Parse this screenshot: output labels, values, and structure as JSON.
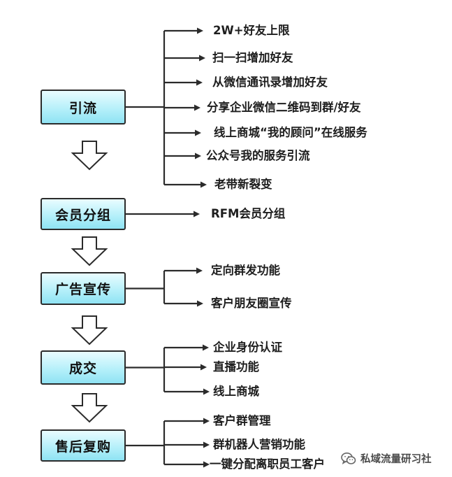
{
  "stages": [
    {
      "label": "引流",
      "items": [
        "2W+好友上限",
        "扫一扫增加好友",
        "从微信通讯录增加好友",
        "分享企业微信二维码到群/好友",
        "线上商城“我的顾问”在线服务",
        "公众号我的服务引流",
        "老带新裂变"
      ]
    },
    {
      "label": "会员分组",
      "items": [
        "RFM会员分组"
      ]
    },
    {
      "label": "广告宣传",
      "items": [
        "定向群发功能",
        "客户朋友圈宣传"
      ]
    },
    {
      "label": "成交",
      "items": [
        "企业身份认证",
        "直播功能",
        "线上商城"
      ]
    },
    {
      "label": "售后复购",
      "items": [
        "客户群管理",
        "群机器人营销功能",
        "一键分配离职员工客户"
      ]
    }
  ],
  "watermark": {
    "text": "私域流量研习社",
    "icon": "wechat-icon"
  },
  "colors": {
    "box_fill": "#b6f0fa",
    "box_border": "#2b2b2b",
    "line": "#2b2b2b",
    "arrow_fill": "#ffffff"
  }
}
